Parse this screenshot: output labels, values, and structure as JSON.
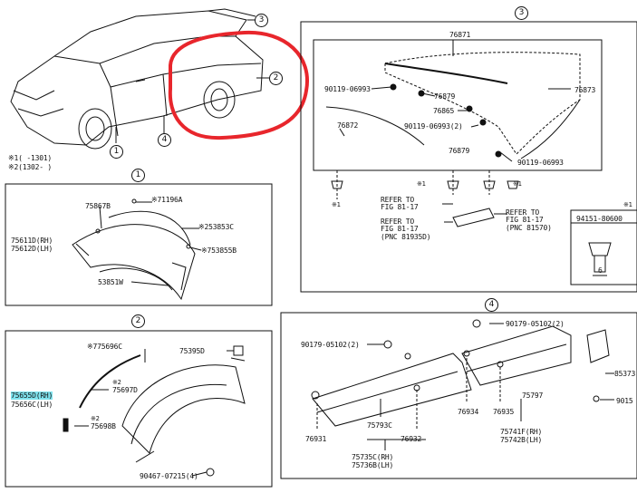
{
  "overview": {
    "callouts": [
      "1",
      "2",
      "3",
      "4"
    ],
    "footnote_1": "※1(  -1301)",
    "footnote_2": "※2(1302-   )"
  },
  "section_1": {
    "marker": "1",
    "parts": {
      "p75867B": "75867B",
      "p71196A": "※71196A",
      "p253853C": "※253853C",
      "p753855B": "※753855B",
      "p75611D": "75611D(RH)",
      "p75612D": "75612D(LH)",
      "p53851W": "53851W"
    }
  },
  "section_2": {
    "marker": "2",
    "parts": {
      "p775696C": "※775696C",
      "p75395D": "75395D",
      "p75697D_note": "※2",
      "p75697D": "75697D",
      "p75655D": "75655D(RH)",
      "p75656C": "75656C(LH)",
      "p75698B_note": "※2",
      "p75698B": "75698B",
      "p90467": "90467-07215(4)"
    }
  },
  "section_3": {
    "marker": "3",
    "parts": {
      "p76871": "76871",
      "p90119_06993a": "90119-06993",
      "p76879a": "76879",
      "p76873": "76873",
      "p76865": "76865",
      "p76872": "76872",
      "p90119_06993b": "90119-06993(2)",
      "p76879b": "76879",
      "p90119_06993c": "90119-06993",
      "n1a": "※1",
      "n1b": "※1",
      "n1c": "※1",
      "n1d": "※1"
    },
    "refs": {
      "r1_line1": "REFER TO",
      "r1_line2": "FIG 81-17",
      "r2_line1": "REFER TO",
      "r2_line2": "FIG 81-17",
      "r2_line3": "(PNC 81935D)",
      "r3_line1": "REFER TO",
      "r3_line2": "FIG 81-17",
      "r3_line3": "(PNC 81570)"
    },
    "side_box": {
      "note": "※1",
      "part": "94151-80600",
      "dim": "6"
    }
  },
  "section_4": {
    "marker": "4",
    "parts": {
      "p90179_a": "90179-05102(2)",
      "p90179_b": "90179-05102(2)",
      "p75797": "75797",
      "p76934": "76934",
      "p76935": "76935",
      "p75793C": "75793C",
      "p76931": "76931",
      "p76932": "76932",
      "p75741F": "75741F(RH)",
      "p75742B": "75742B(LH)",
      "p75735C": "75735C(RH)",
      "p75736B": "75736B(LH)",
      "p85373": "85373",
      "p9015": "9015"
    }
  }
}
